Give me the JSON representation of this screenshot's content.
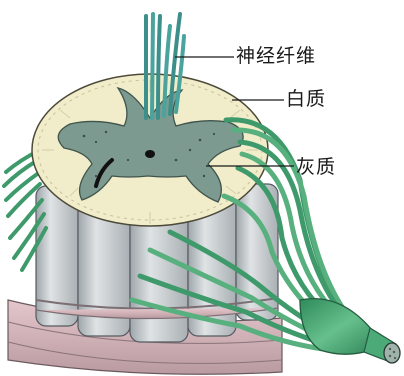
{
  "labels": {
    "nerve_fiber": "神经纤维",
    "white_matter": "白质",
    "gray_matter": "灰质"
  },
  "colors": {
    "white_matter": "#f1ecc9",
    "gray_matter": "#7c9a8f",
    "nerve": "#3e9a6a",
    "column": "#c8cdd0",
    "membrane": "#d9b9bf"
  },
  "icons": [
    "spinal-cord-illustration"
  ]
}
